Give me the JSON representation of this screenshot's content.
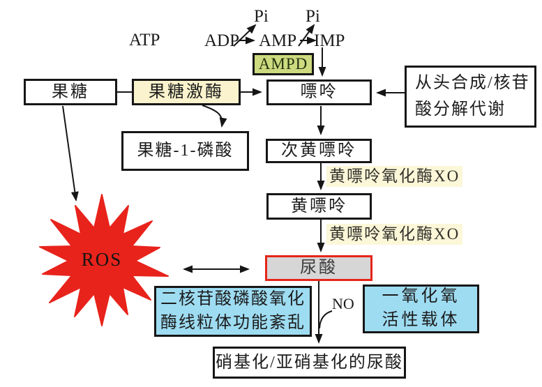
{
  "colors": {
    "text": "#1c1c1c",
    "box_border": "#161616",
    "enzyme_bg": "#faf3cd",
    "xo_bg": "#fbf7d8",
    "ampd_bg": "#cdda7f",
    "uric_bg": "#d6d6d6",
    "uric_border": "#e62519",
    "blue_bg": "#9edcf2",
    "ros_red": "#e8231c"
  },
  "labels": {
    "atp": "ATP",
    "adp": "ADP",
    "amp": "AMP",
    "imp": "IMP",
    "pi_left": "Pi",
    "pi_right": "Pi",
    "no": "NO",
    "ros": "ROS"
  },
  "nodes": {
    "ampd": "AMPD",
    "fructose": "果糖",
    "fructokinase": "果糖激酶",
    "purine": "嘌呤",
    "denovo": {
      "line1": "从头合成/核苷",
      "line2": "酸分解代谢"
    },
    "fructose_1_phosphate": "果糖-1-磷酸",
    "hypoxanthine": "次黄嘌呤",
    "xanthine_oxidase_upper": "黄嘌呤氧化酶XO",
    "xanthine": "黄嘌呤",
    "xanthine_oxidase_lower": "黄嘌呤氧化酶XO",
    "uric_acid": "尿酸",
    "nadph_oxidase": {
      "line1": "二核苷酸磷酸氧化",
      "line2": "酶线粒体功能紊乱"
    },
    "no_carrier": {
      "line1": "一氧化氧",
      "line2": "活性载体"
    },
    "nitrated_uric_acid": "硝基化/亚硝基化的尿酸"
  }
}
